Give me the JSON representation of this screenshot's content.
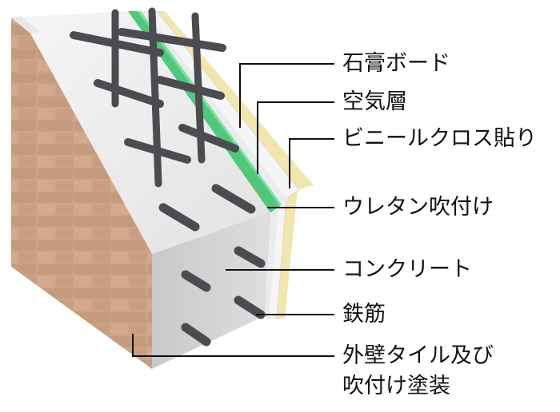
{
  "labels": {
    "gypsum_board": "石膏ボード",
    "air_layer": "空気層",
    "vinyl_cloth": "ビニールクロス貼り",
    "urethane_spray": "ウレタン吹付け",
    "concrete": "コンクリート",
    "rebar": "鉄筋",
    "exterior_line1": "外壁タイル及び",
    "exterior_line2": "吹付け塗装"
  },
  "colors": {
    "tile": "#c9a182",
    "tile_grout": "#e8dccf",
    "concrete": "#d9d9d9",
    "urethane": "#4fc87a",
    "gypsum": "#f4f4f4",
    "vinyl": "#efe3a6",
    "rebar": "#56575c",
    "leader": "#111111"
  }
}
